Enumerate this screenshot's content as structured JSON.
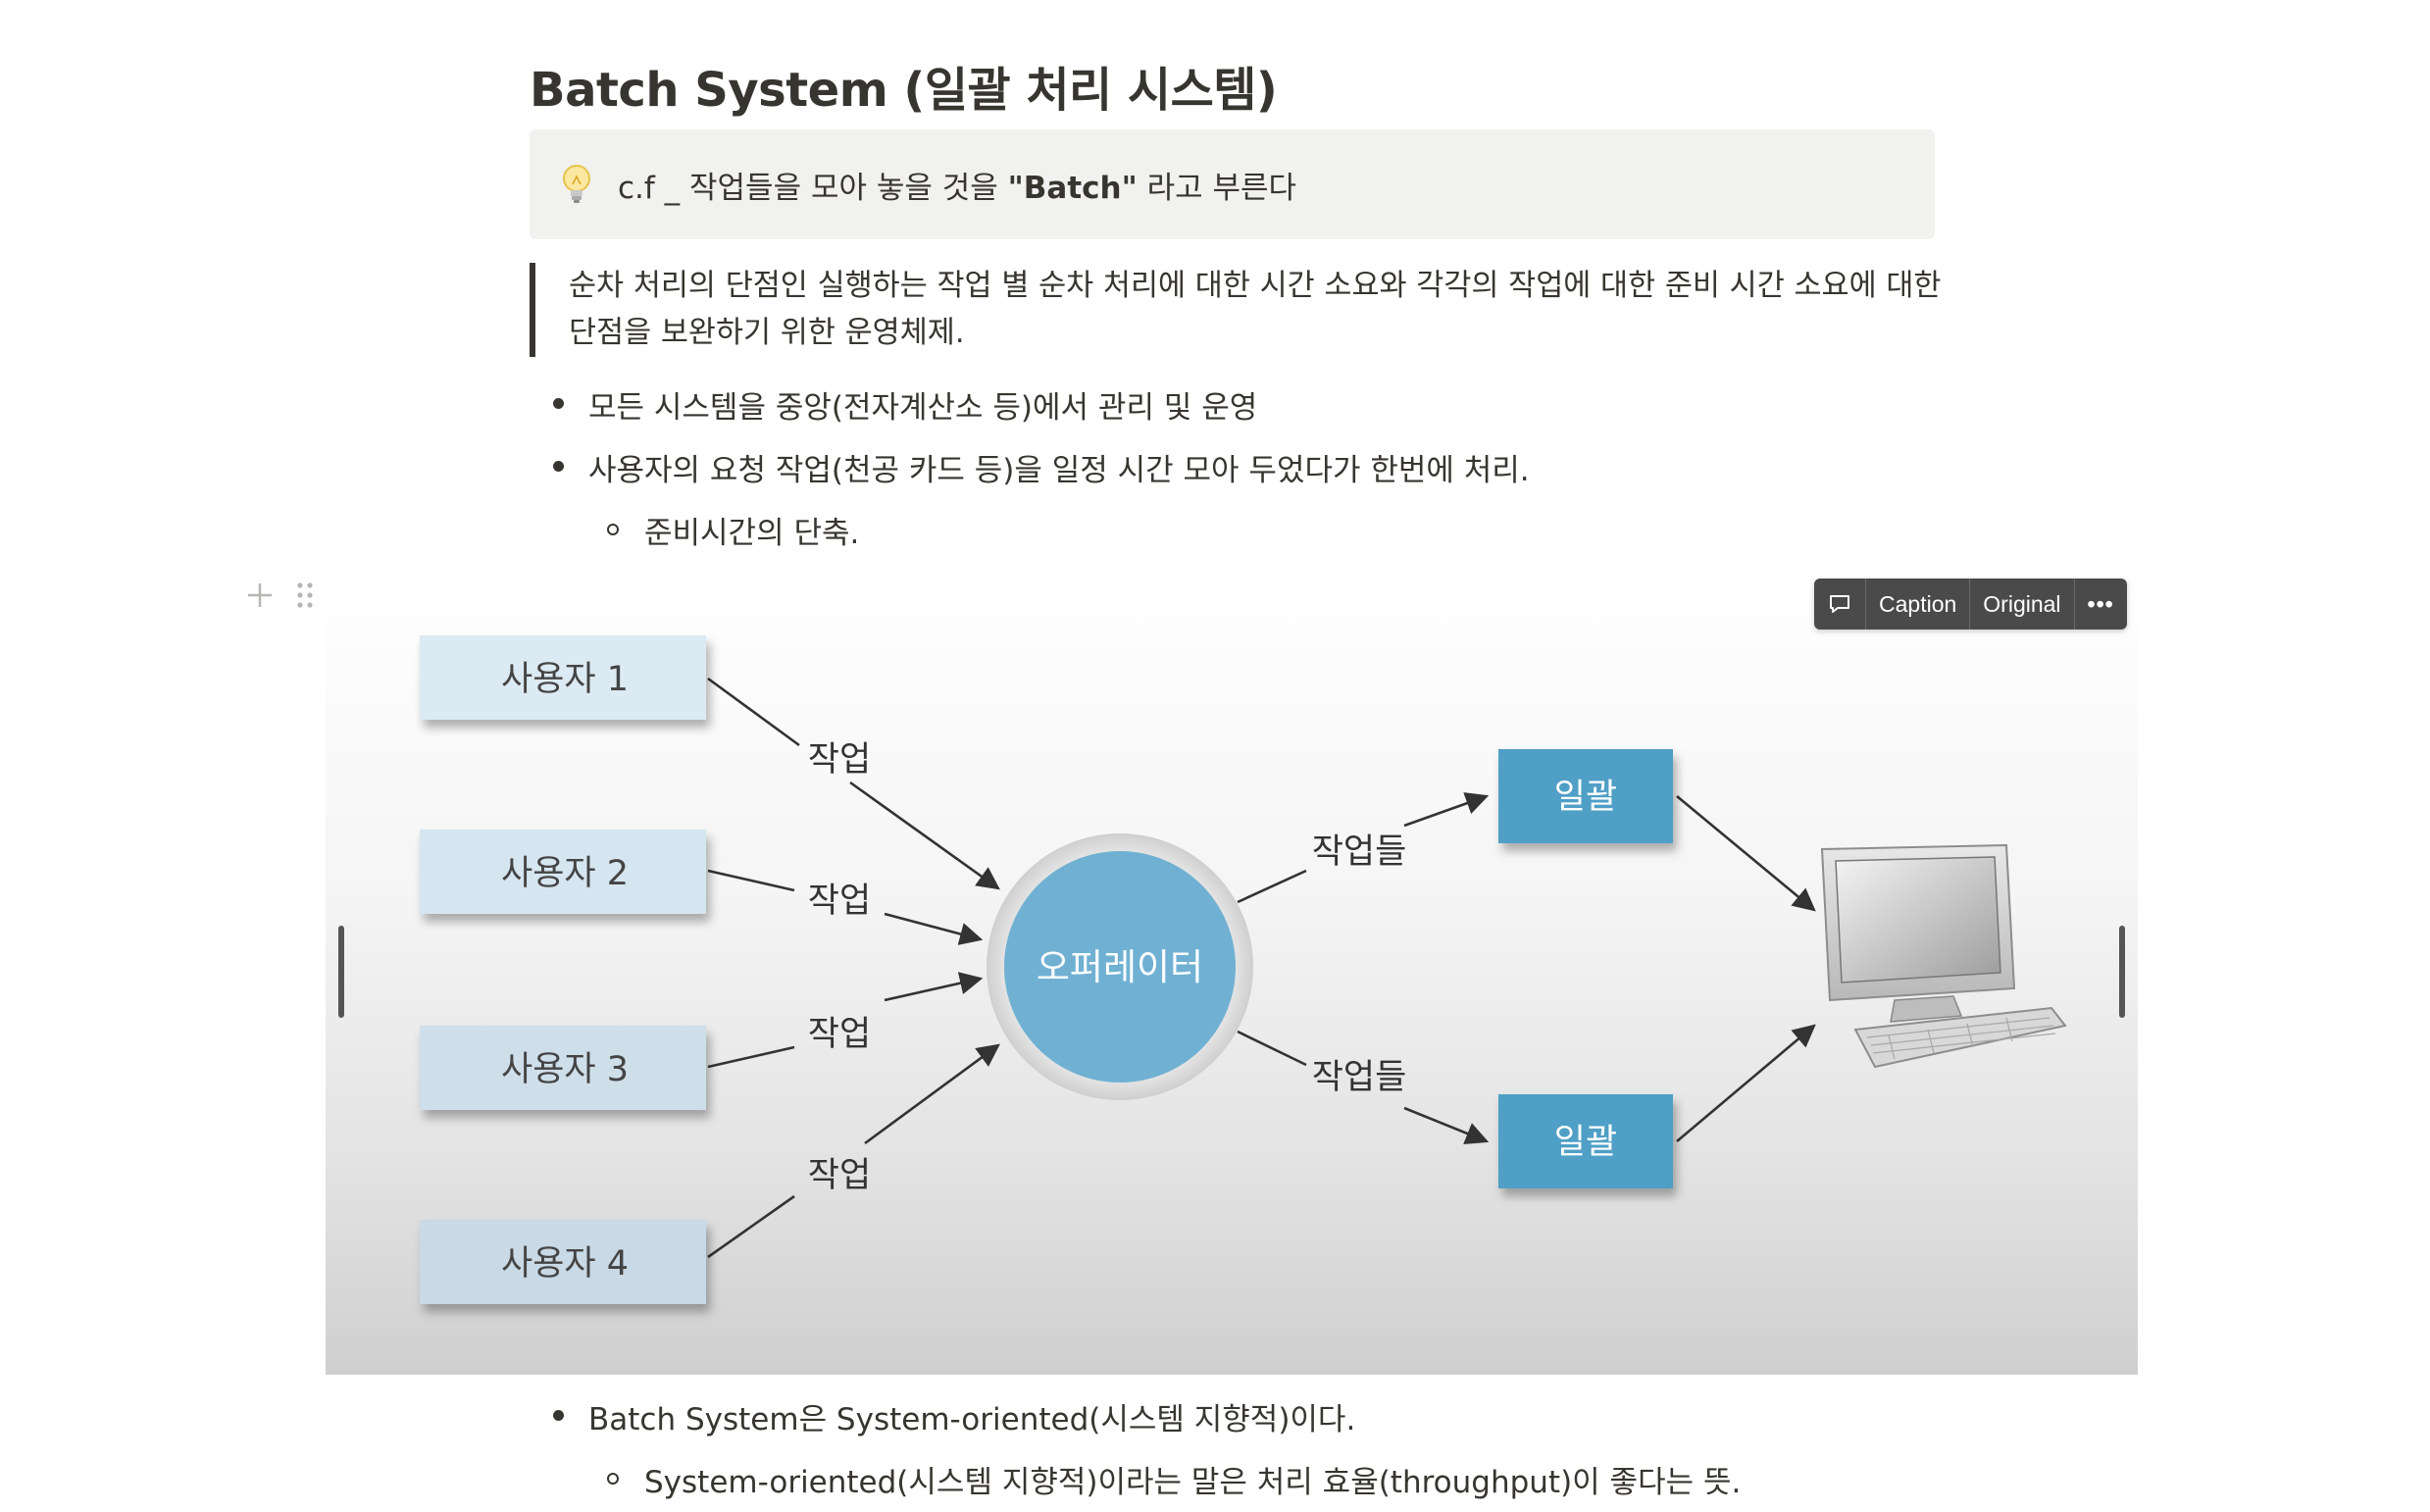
{
  "page": {
    "title": "Batch System (일괄 처리 시스템)"
  },
  "callout": {
    "icon": "lightbulb-icon",
    "prefix": "c.f _ 작업들을 모아 놓을 것을 ",
    "bold": "\"Batch\"",
    "suffix": " 라고 부른다"
  },
  "quote": {
    "text": "순차 처리의 단점인 실행하는 작업 별 순차 처리에 대한 시간 소요와 각각의 작업에 대한 준비 시간 소요에 대한 단점을 보완하기 위한 운영체제."
  },
  "bullets_top": [
    "모든 시스템을 중앙(전자계산소 등)에서 관리 및 운영",
    "사용자의 요청 작업(천공 카드 등)을 일정 시간 모아 두었다가 한번에 처리."
  ],
  "sub_bullets_top": [
    "준비시간의 단축."
  ],
  "image_toolbar": {
    "comment_icon": "comment-icon",
    "caption": "Caption",
    "original": "Original",
    "more": "•••"
  },
  "diagram": {
    "users": [
      "사용자 1",
      "사용자 2",
      "사용자 3",
      "사용자 4"
    ],
    "job_label": "작업",
    "operator": "오퍼레이터",
    "jobs_label": "작업들",
    "batch": "일괄",
    "computer_icon": "computer-icon"
  },
  "bullets_bottom": [
    "Batch System은 System-oriented(시스템 지향적)이다."
  ],
  "sub_bullets_bottom": [
    "System-oriented(시스템 지향적)이라는 말은 처리 효율(throughput)이 좋다는 뜻."
  ],
  "colors": {
    "text": "#37352f",
    "callout_bg": "#f1f1ef",
    "user_box": "#d4e4ef",
    "operator": "#6fb0d2",
    "batch_box": "#4f9fc6"
  }
}
